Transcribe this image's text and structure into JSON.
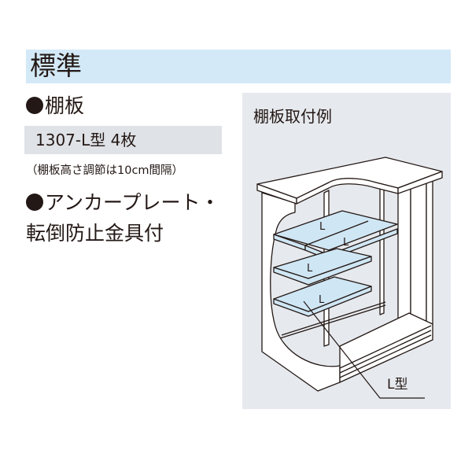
{
  "header": {
    "title": "標準",
    "band_color": "#d3e9f7"
  },
  "shelf_section": {
    "title": "棚板",
    "spec": "1307-L型 4枚",
    "note": "（棚板高さ調節は10cm間隔）"
  },
  "anchor_section": {
    "line1": "アンカープレート・",
    "line2": "転倒防止金具付"
  },
  "illustration": {
    "title": "棚板取付例",
    "shelf_labels": [
      "L",
      "L",
      "L",
      "L"
    ],
    "callout_label": "L型",
    "shelf_color": "#cfe6f4",
    "panel_color": "#e6e9ed"
  }
}
